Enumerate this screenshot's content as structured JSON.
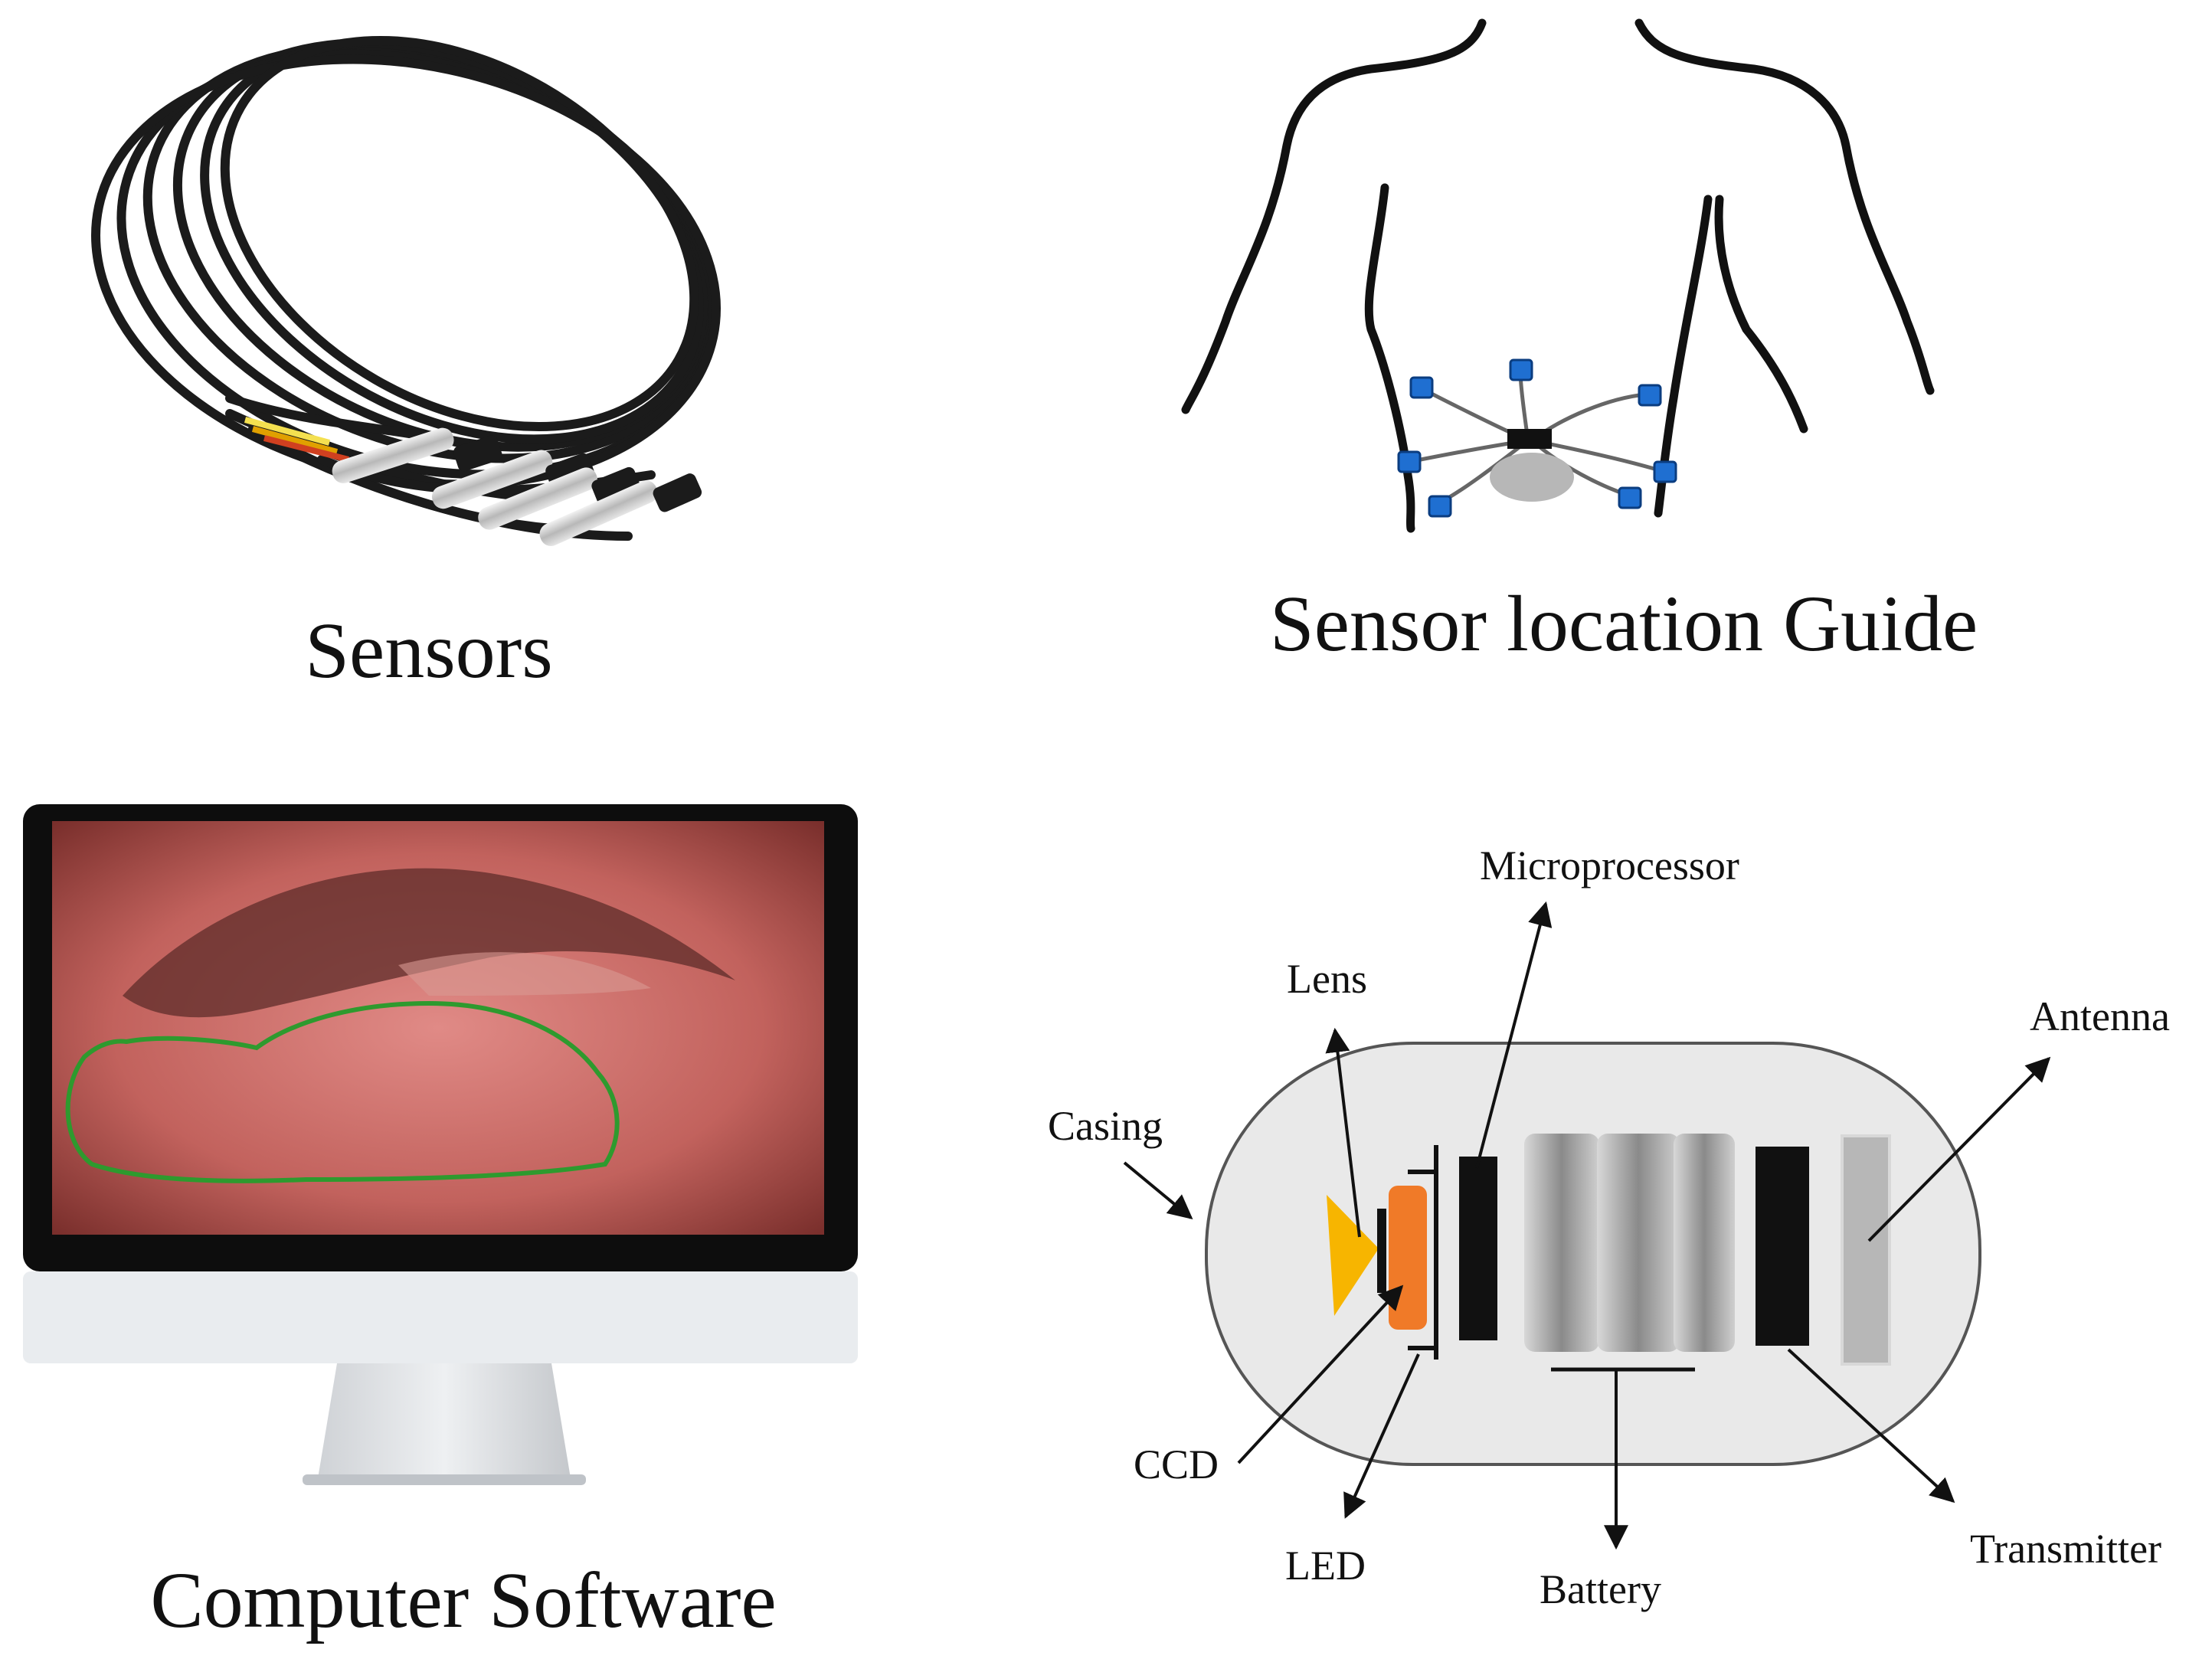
{
  "panels": {
    "sensors": {
      "caption": "Sensors"
    },
    "guide": {
      "caption": "Sensor location Guide"
    },
    "software": {
      "caption": "Computer Software"
    },
    "capsule": {
      "labels": {
        "microprocessor": "Microprocessor",
        "lens": "Lens",
        "antenna": "Antenna",
        "casing": "Casing",
        "ccd": "CCD",
        "led": "LED",
        "battery": "Battery",
        "transmitter": "Transmitter"
      }
    }
  },
  "colors": {
    "line": "#111111",
    "sensor_pad": "#1f6fd1",
    "lens": "#f7b500",
    "ccd": "#f07a28",
    "casing_fill": "#e9e9e9",
    "endoscopy_tissue": "#c9706a",
    "outline_highlight": "#2e9a2e"
  }
}
